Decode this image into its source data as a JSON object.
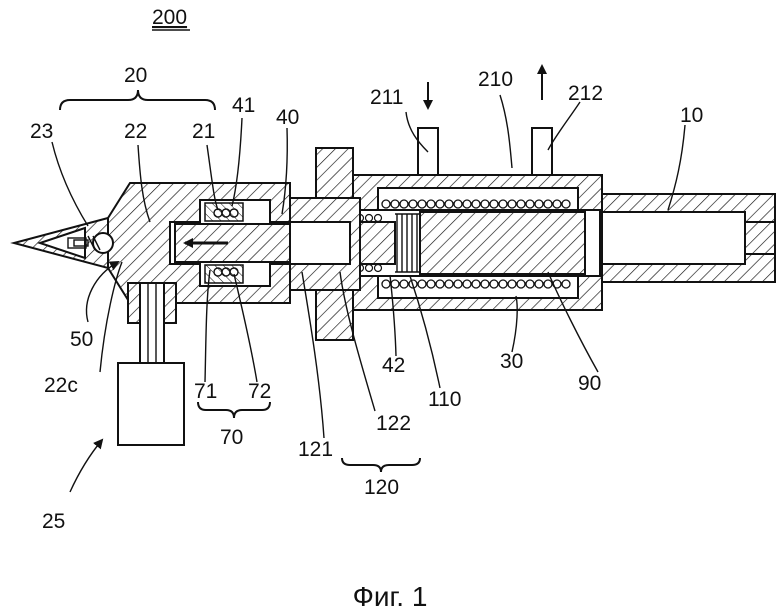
{
  "figure": {
    "caption": "Фиг. 1",
    "labels": {
      "l200": "200",
      "l20": "20",
      "l23": "23",
      "l22": "22",
      "l21": "21",
      "l41": "41",
      "l40": "40",
      "l211": "211",
      "l210": "210",
      "l212": "212",
      "l10": "10",
      "l50": "50",
      "l22c": "22c",
      "l71": "71",
      "l72": "72",
      "l70": "70",
      "l121": "121",
      "l122": "122",
      "l120": "120",
      "l42": "42",
      "l110": "110",
      "l30": "30",
      "l90": "90",
      "l25": "25"
    }
  }
}
